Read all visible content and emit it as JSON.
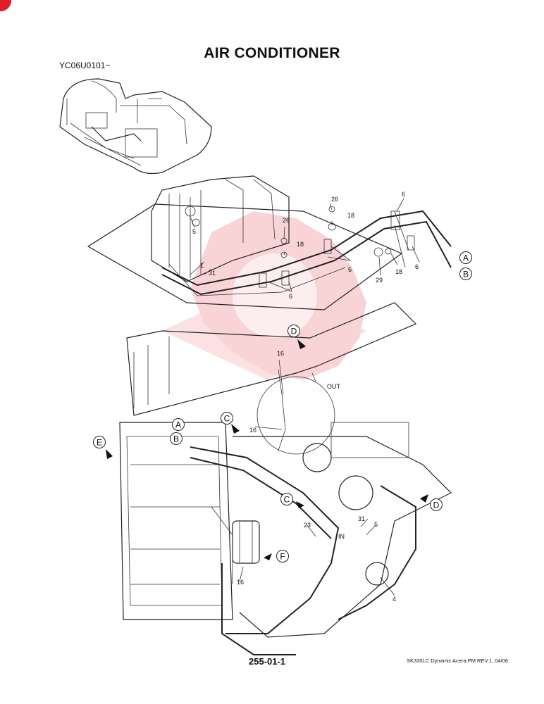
{
  "header": {
    "title": "AIR CONDITIONER",
    "serial": "YC06U0101~"
  },
  "footer": {
    "page_number": "255-01-1",
    "document_ref": "SK330LC Dynamic Acera PM REV.1, 04/06"
  },
  "callouts": {
    "c26_top": "26",
    "c18_top": "18",
    "c6_top": "6",
    "c26_mid": "26",
    "c18_mid": "18",
    "c5_top": "5",
    "c6_mid": "6",
    "c18_right": "18",
    "c6_right": "6",
    "c29": "29",
    "c1": "1",
    "c31_top": "31",
    "c6_bottom": "6",
    "c16_top": "16",
    "c16_mid": "16",
    "out_label": "OUT",
    "c23": "23",
    "c31_low": "31",
    "c5_low": "5",
    "in_label": "IN",
    "c4": "4",
    "c16_low": "16"
  },
  "circle_labels": {
    "a_top": "A",
    "b_top": "B",
    "a_mid": "A",
    "b_mid": "B",
    "c_mid": "C",
    "c_low": "C",
    "d_top": "D",
    "d_right": "D",
    "e": "E",
    "f": "F"
  },
  "colors": {
    "watermark": "#e8424c",
    "brand": "#e11d2a",
    "line": "#222222"
  }
}
